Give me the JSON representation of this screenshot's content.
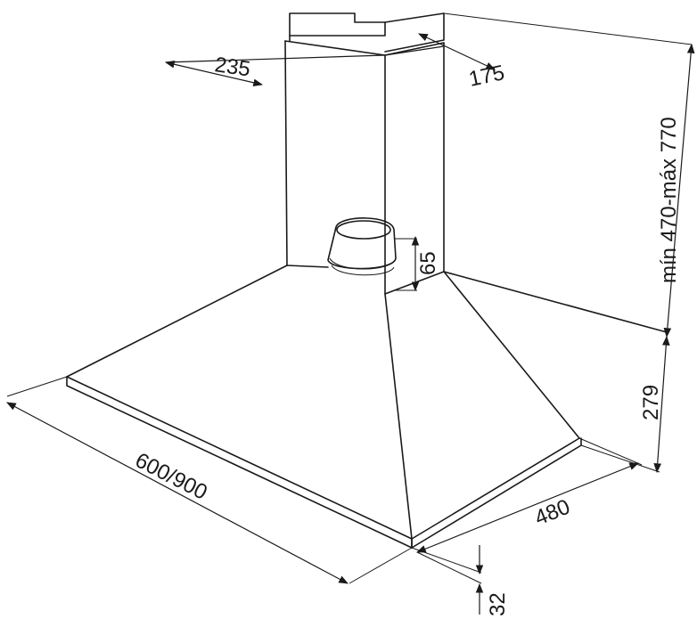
{
  "dimensions": {
    "duct_width": "235",
    "duct_depth": "175",
    "chimney_height": "mín 470-máx 770",
    "outlet_height": "65",
    "canopy_height": "279",
    "hood_width": "600/900",
    "hood_depth": "480",
    "base_thickness": "32"
  },
  "colors": {
    "line": "#1a1a1a",
    "background": "#ffffff"
  }
}
